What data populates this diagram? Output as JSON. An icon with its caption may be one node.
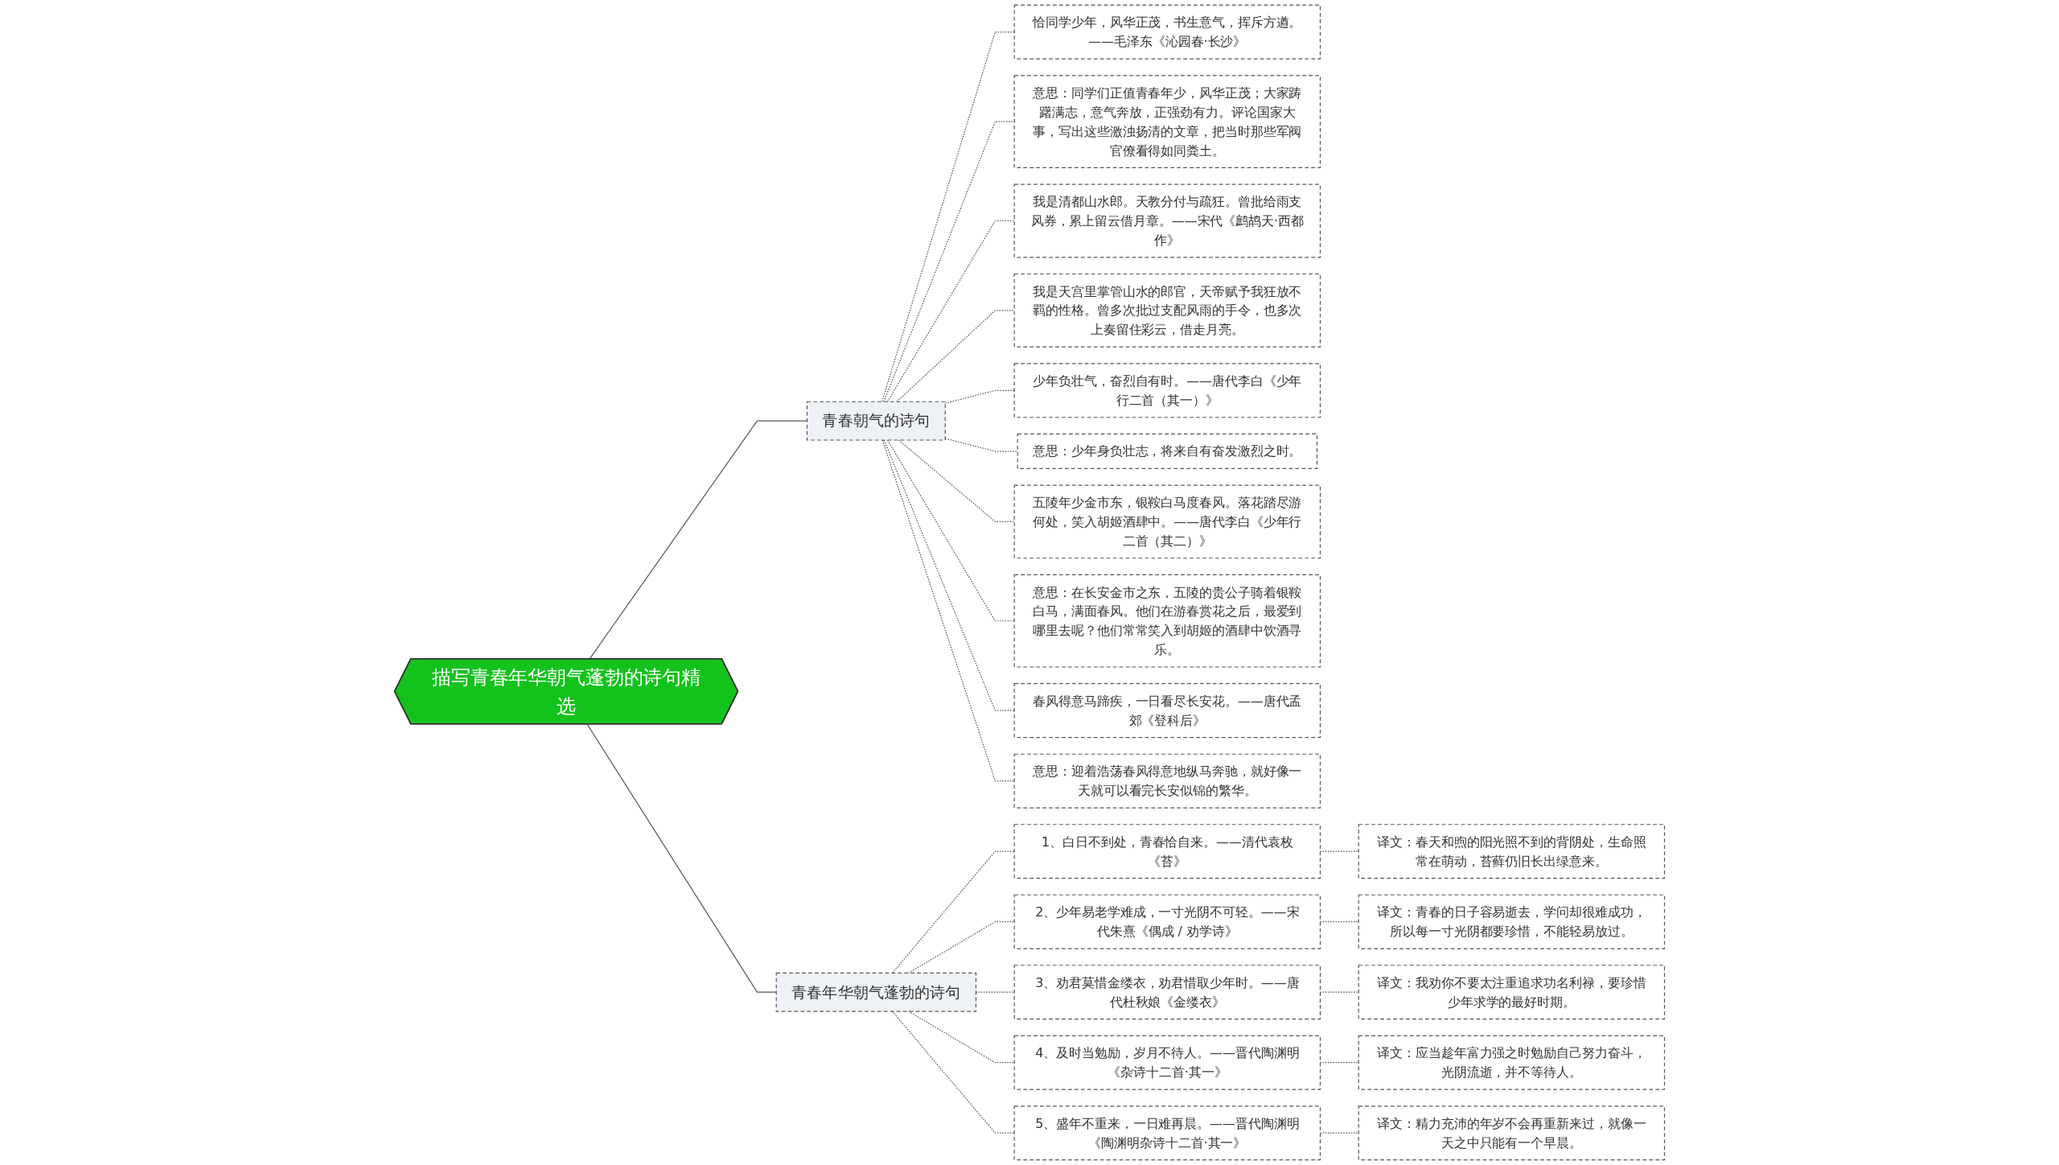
{
  "diagram": {
    "nodes": [
      {
        "text": [
          "描写青春年华朝气蓬勃的诗句精选"
        ]
      },
      {
        "text": [
          "青春朝气的诗句"
        ]
      },
      {
        "text": [
          "恰同学少年，风华正茂，书生意气，挥斥方遒。——毛泽东《沁园春·长沙》"
        ]
      },
      {
        "text": [
          "意思：同学们正值青春年少，风华正茂；大家踌躇满志，意气奔放，正强劲有力。评论国家大事，写出这些激浊扬清的文章，把当时那些军阀官僚看得如同粪土。"
        ]
      },
      {
        "text": [
          "我是清都山水郎。天教分付与疏狂。曾批给雨支风券，累上留云借月章。——宋代《鹧鸪天·西都作》"
        ]
      },
      {
        "text": [
          "我是天宫里掌管山水的郎官，天帝赋予我狂放不羁的性格。曾多次批过支配风雨的手令，也多次上奏留住彩云，借走月亮。"
        ]
      },
      {
        "text": [
          "少年负壮气，奋烈自有时。——唐代李白《少年行二首（其一）》"
        ]
      },
      {
        "text": [
          "意思：少年身负壮志，将来自有奋发激烈之时。"
        ]
      },
      {
        "text": [
          "五陵年少金市东，银鞍白马度春风。落花踏尽游何处，笑入胡姬酒肆中。——唐代李白《少年行二首（其二）》"
        ]
      },
      {
        "text": [
          "意思：在长安金市之东，五陵的贵公子骑着银鞍白马，满面春风。他们在游春赏花之后，最爱到哪里去呢？他们常常笑入到胡姬的酒肆中饮酒寻乐。"
        ]
      },
      {
        "text": [
          "春风得意马蹄疾，一日看尽长安花。——唐代孟郊《登科后》"
        ]
      },
      {
        "text": [
          "意思：迎着浩荡春风得意地纵马奔驰，就好像一天就可以看完长安似锦的繁华。"
        ]
      },
      {
        "text": [
          "青春年华朝气蓬勃的诗句"
        ]
      },
      {
        "text": [
          "1、白日不到处，青春恰自来。——清代袁枚《苔》"
        ]
      },
      {
        "text": [
          "译文：春天和煦的阳光照不到的背阴处，生命照常在萌动，苔藓仍旧长出绿意来。"
        ]
      },
      {
        "text": [
          "2、少年易老学难成，一寸光阴不可轻。——宋代朱熹《偶成 / 劝学诗》"
        ]
      },
      {
        "text": [
          "译文：青春的日子容易逝去，学问却很难成功，所以每一寸光阴都要珍惜，不能轻易放过。"
        ]
      },
      {
        "text": [
          "3、劝君莫惜金缕衣，劝君惜取少年时。——唐代杜秋娘《金缕衣》"
        ]
      },
      {
        "text": [
          "译文：我劝你不要太注重追求功名利禄，要珍惜少年求学的最好时期。"
        ]
      },
      {
        "text": [
          "4、及时当勉励，岁月不待人。——晋代陶渊明《杂诗十二首·其一》"
        ]
      },
      {
        "text": [
          "译文：应当趁年富力强之时勉励自己努力奋斗，光阴流逝，并不等待人。"
        ]
      },
      {
        "text": [
          "5、盛年不重来，一日难再晨。——晋代陶渊明《陶渊明杂诗十二首·其一》"
        ]
      },
      {
        "text": [
          "译文：精力充沛的年岁不会再重新来过，就像一天之中只能有一个早晨。"
        ]
      }
    ],
    "edges": [
      {
        "from": 0,
        "to": 1,
        "arrow": "none"
      },
      {
        "from": 1,
        "to": 2,
        "arrow": "none",
        "style": "dashed"
      },
      {
        "from": 1,
        "to": 3,
        "arrow": "none",
        "style": "dashed"
      },
      {
        "from": 1,
        "to": 4,
        "arrow": "none",
        "style": "dashed"
      },
      {
        "from": 1,
        "to": 5,
        "arrow": "none",
        "style": "dashed"
      },
      {
        "from": 1,
        "to": 6,
        "arrow": "none",
        "style": "dashed"
      },
      {
        "from": 1,
        "to": 7,
        "arrow": "none",
        "style": "dashed"
      },
      {
        "from": 1,
        "to": 8,
        "arrow": "none",
        "style": "dashed"
      },
      {
        "from": 1,
        "to": 9,
        "arrow": "none",
        "style": "dashed"
      },
      {
        "from": 1,
        "to": 10,
        "arrow": "none",
        "style": "dashed"
      },
      {
        "from": 1,
        "to": 11,
        "arrow": "none",
        "style": "dashed"
      },
      {
        "from": 0,
        "to": 12,
        "arrow": "none"
      },
      {
        "from": 12,
        "to": 13,
        "arrow": "none",
        "style": "dashed"
      },
      {
        "from": 13,
        "to": 14,
        "arrow": "none",
        "style": "dashed"
      },
      {
        "from": 12,
        "to": 15,
        "arrow": "none",
        "style": "dashed"
      },
      {
        "from": 15,
        "to": 16,
        "arrow": "none",
        "style": "dashed"
      },
      {
        "from": 12,
        "to": 17,
        "arrow": "none",
        "style": "dashed"
      },
      {
        "from": 17,
        "to": 18,
        "arrow": "none",
        "style": "dashed"
      },
      {
        "from": 12,
        "to": 19,
        "arrow": "none",
        "style": "dashed"
      },
      {
        "from": 19,
        "to": 20,
        "arrow": "none",
        "style": "dashed"
      },
      {
        "from": 12,
        "to": 21,
        "arrow": "none",
        "style": "dashed"
      },
      {
        "from": 21,
        "to": 22,
        "arrow": "none",
        "style": "dashed"
      }
    ]
  }
}
